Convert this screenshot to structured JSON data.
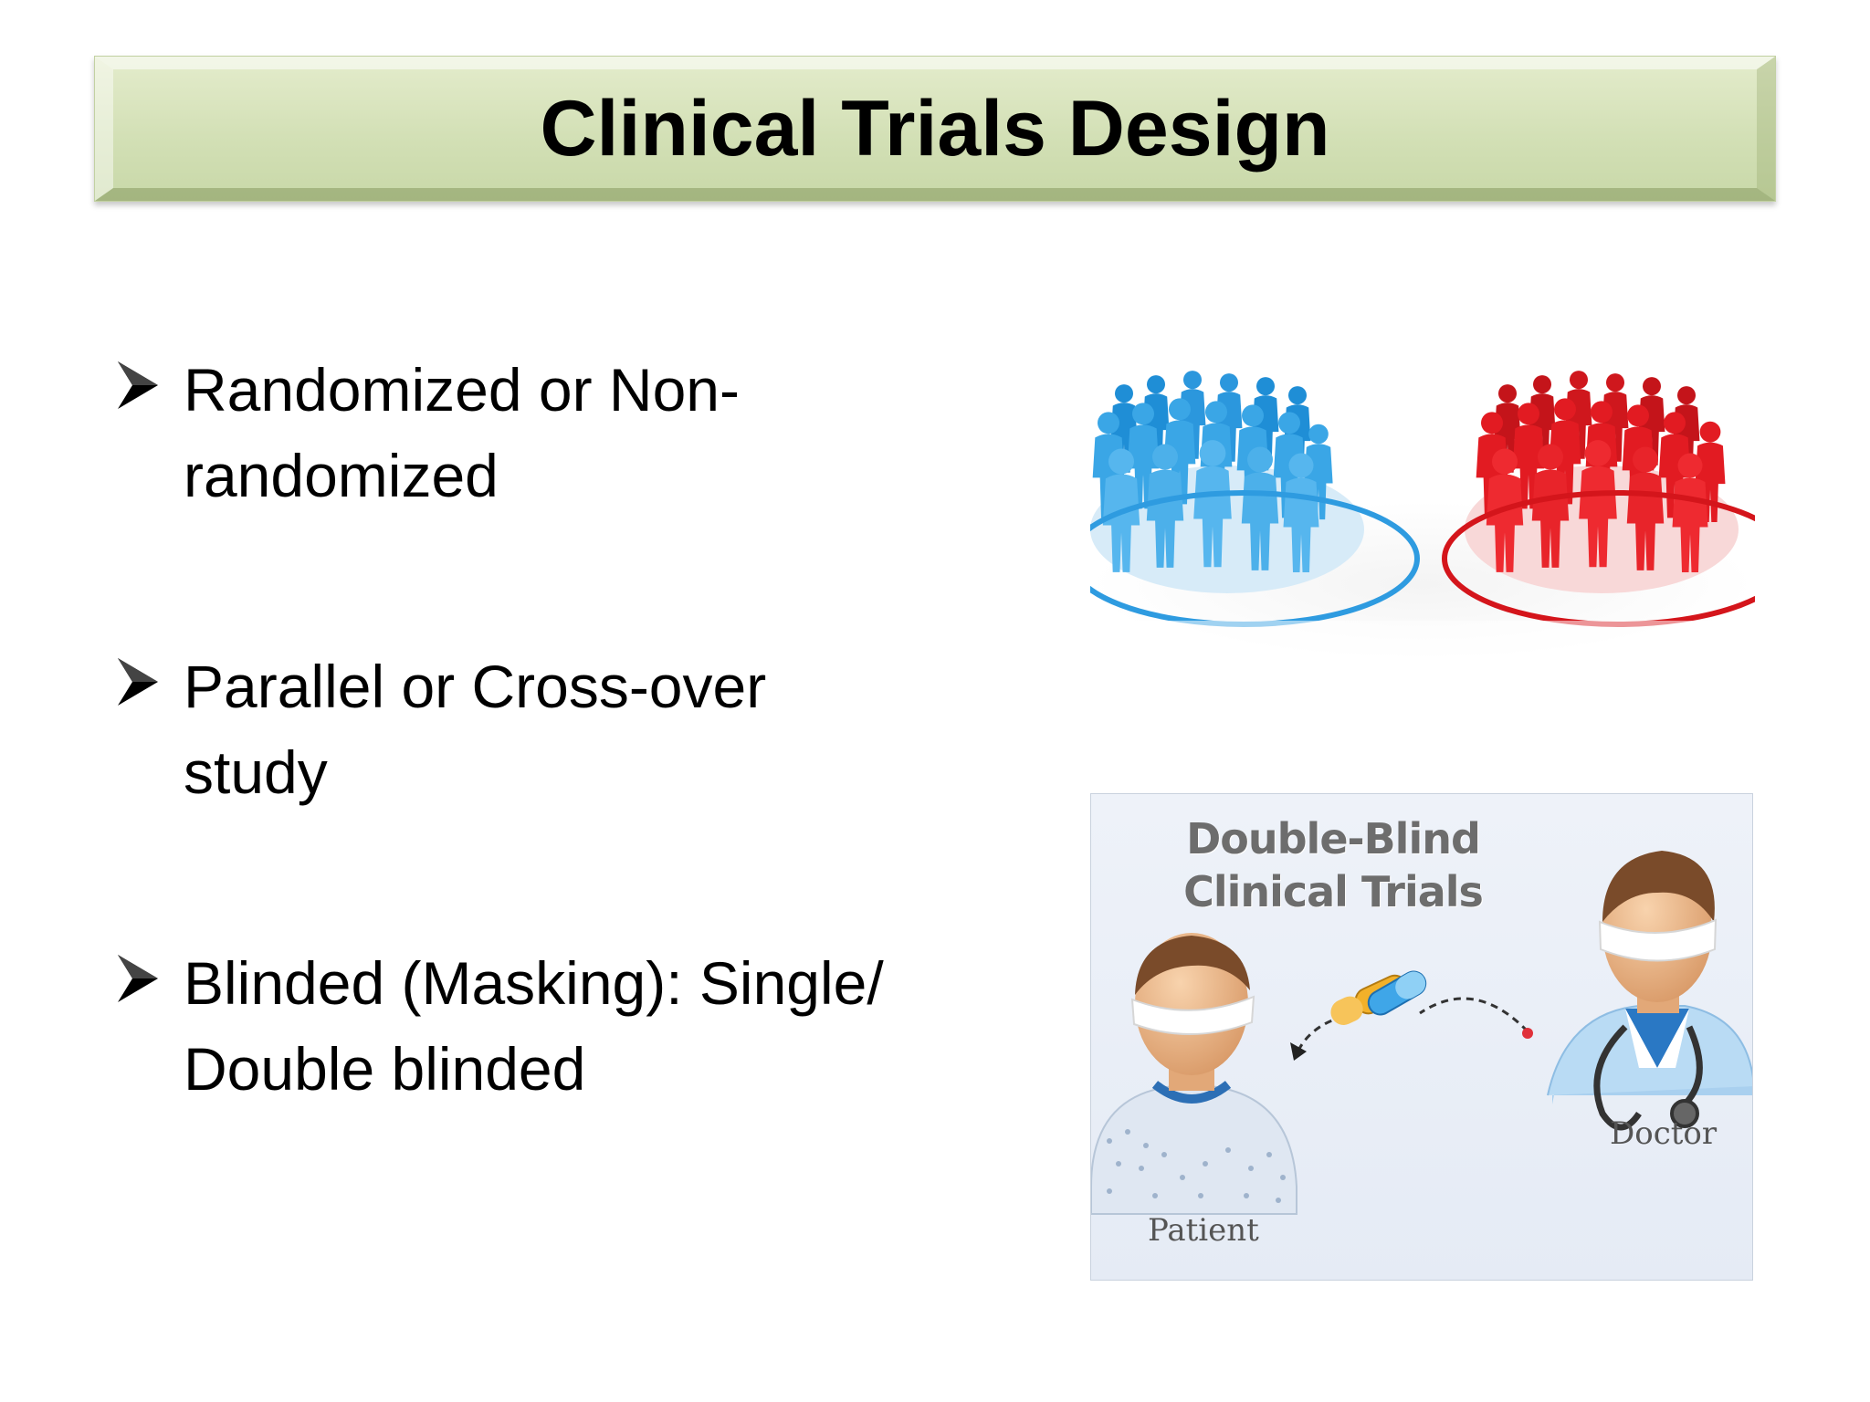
{
  "slide": {
    "title": "Clinical Trials Design",
    "bullets": [
      {
        "line1": "Randomized or Non-",
        "line2": "randomized"
      },
      {
        "line1": "Parallel or Cross-over",
        "line2": "study"
      },
      {
        "line1": "Blinded (Masking): Single/",
        "line2": "Double blinded"
      }
    ],
    "bullet_icon": "arrowhead-bullet-icon"
  },
  "crowds_image": {
    "description_icon": "people-groups-icon",
    "colors": {
      "group_a": "#3aa6e6",
      "group_b": "#e21b22"
    }
  },
  "blind_image": {
    "title_line1": "Double-Blind",
    "title_line2": "Clinical Trials",
    "patient_label": "Patient",
    "doctor_label": "Doctor"
  }
}
